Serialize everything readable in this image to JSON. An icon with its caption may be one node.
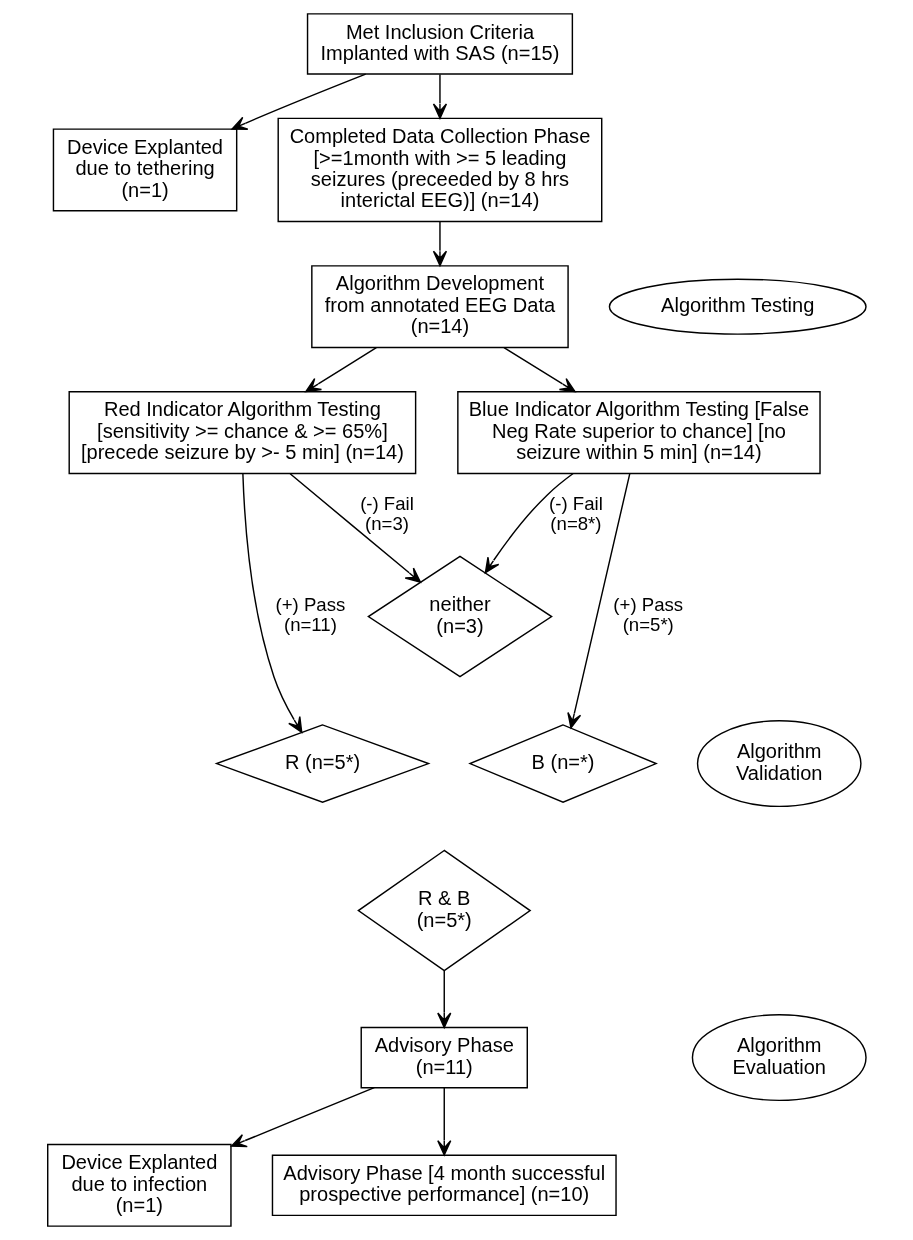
{
  "diagram": {
    "nodes": [
      {
        "text": [
          "Met Inclusion Criteria Implanted with SAS (n=15)"
        ]
      },
      {
        "text": [
          "Device Explanted due to tethering (n=1)"
        ]
      },
      {
        "text": [
          "Completed Data Collection Phase [>=1month with >= 5 leading seizures (preceeded by 8 hrs interictal EEG)] (n=14)"
        ]
      },
      {
        "text": [
          "Algorithm Development from annotated EEG Data (n=14)"
        ]
      },
      {
        "text": [
          "Algorithm Testing"
        ]
      },
      {
        "text": [
          "Red Indicator Algorithm Testing [sensitivity >= chance & >= 65%] [precede seizure by >- 5 min] (n=14)"
        ]
      },
      {
        "text": [
          "Blue Indicator Algorithm Testing [False Neg Rate superior to chance] [no seizure within 5 min] (n=14)"
        ]
      },
      {
        "text": [
          "neither (n=3)"
        ]
      },
      {
        "text": [
          "R (n=5*)"
        ]
      },
      {
        "text": [
          "B (n=*)"
        ]
      },
      {
        "text": [
          "R & B (n=5*)"
        ]
      },
      {
        "text": [
          "Algorithm Validation"
        ]
      },
      {
        "text": [
          "Algorithm Evaluation"
        ]
      },
      {
        "text": [
          "Advisory Phase (n=11)"
        ]
      },
      {
        "text": [
          "Device Explanted due to infection (n=1)"
        ]
      },
      {
        "text": [
          "Advisory Phase [4 month successful prospective performance] (n=10)"
        ]
      }
    ],
    "edges": [
      {
        "from": 0,
        "to": 2,
        "arrow": "to"
      },
      {
        "from": 0,
        "to": 1,
        "arrow": "to"
      },
      {
        "from": 2,
        "to": 3,
        "arrow": "to"
      },
      {
        "from": 3,
        "to": 5,
        "arrow": "to"
      },
      {
        "from": 3,
        "to": 6,
        "arrow": "to"
      },
      {
        "from": 5,
        "to": 8,
        "arrow": "to",
        "label": "(+) Pass (n=11)"
      },
      {
        "from": 5,
        "to": 7,
        "arrow": "to",
        "label": "(-) Fail (n=3)"
      },
      {
        "from": 6,
        "to": 7,
        "arrow": "to",
        "label": "(-) Fail (n=8*)"
      },
      {
        "from": 6,
        "to": 9,
        "arrow": "to",
        "label": "(+) Pass (n=5*)"
      },
      {
        "from": 10,
        "to": 13,
        "arrow": "to"
      },
      {
        "from": 13,
        "to": 15,
        "arrow": "to"
      },
      {
        "from": 13,
        "to": 14,
        "arrow": "to"
      }
    ]
  }
}
